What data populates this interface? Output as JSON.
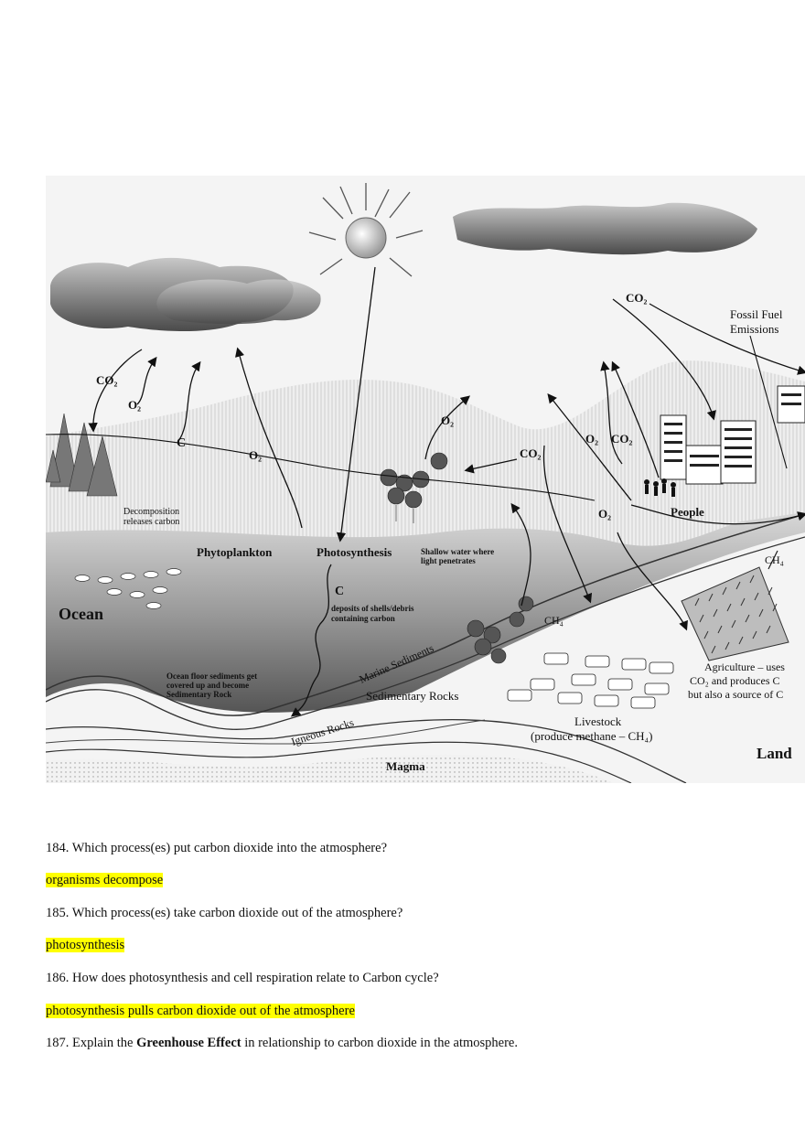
{
  "diagram": {
    "co2_left": "CO₂",
    "o2_left": "O₂",
    "c_left": "C",
    "o2_mid": "O₂",
    "decomp_1": "Decomposition",
    "decomp_2": "releases carbon",
    "phytoplankton": "Phytoplankton",
    "photosynthesis": "Photosynthesis",
    "shallow_1": "Shallow water where",
    "shallow_2": "light penetrates",
    "c_ocean": "C",
    "deposits_1": "deposits of shells/debris",
    "deposits_2": "containing carbon",
    "ocean": "Ocean",
    "floor_1": "Ocean floor sediments get",
    "floor_2": "covered up and become",
    "floor_3": "Sedimentary Rock",
    "marine_sediments": "Marine Sediments",
    "sedimentary_rocks": "Sedimentary Rocks",
    "igneous_rocks": "Igneous Rocks",
    "magma": "Magma",
    "o2_hill": "O₂",
    "co2_center": "CO₂",
    "o2_c1": "O₂",
    "co2_c1": "CO₂",
    "o2_people": "O₂",
    "people": "People",
    "co2_top": "CO₂",
    "fossil_1": "Fossil Fuel",
    "fossil_2": "Emissions",
    "ch4_right": "CH₄",
    "ch4_livestock": "CH₄",
    "livestock_1": "Livestock",
    "livestock_2": "(produce methane – CH₄)",
    "agri_1": "Agriculture – uses",
    "agri_2": "CO₂  and produces C",
    "agri_3": "but also a source of C",
    "land": "Land"
  },
  "questions": [
    {
      "number": "184.",
      "text": "Which process(es) put carbon dioxide into the atmosphere?",
      "answer": "organisms decompose"
    },
    {
      "number": "185.",
      "text": "Which process(es) take carbon dioxide out of the atmosphere?",
      "answer": "photosynthesis"
    },
    {
      "number": "186.",
      "text": "How does photosynthesis and cell respiration relate to Carbon cycle?",
      "answer": "photosynthesis pulls carbon dioxide out of the atmosphere"
    },
    {
      "number": "187.",
      "text_before": "Explain the",
      "bold": "Greenhouse Effect",
      "text_after": "in relationship to carbon dioxide in the atmosphere."
    }
  ],
  "colors": {
    "highlight": "#ffff00"
  }
}
